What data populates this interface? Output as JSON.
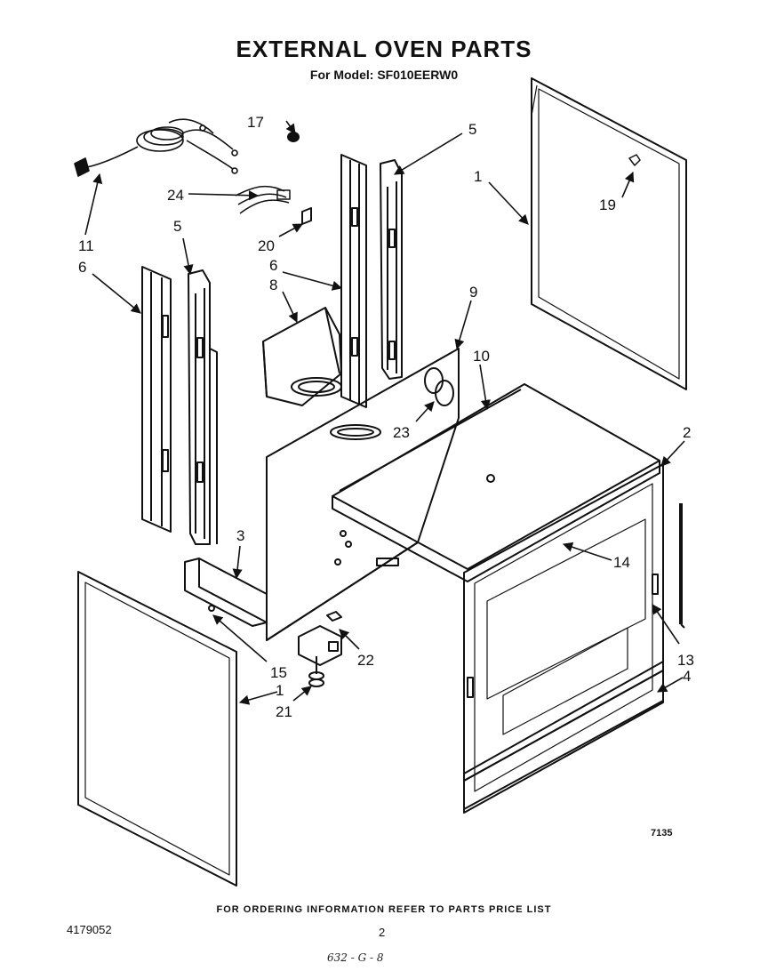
{
  "header": {
    "title": "EXTERNAL OVEN PARTS",
    "model": "For Model: SF010EERW0"
  },
  "callouts": {
    "c1a": "1",
    "c1b": "1",
    "c2": "2",
    "c3": "3",
    "c4": "4",
    "c5a": "5",
    "c5b": "5",
    "c6a": "6",
    "c6b": "6",
    "c8": "8",
    "c9": "9",
    "c10": "10",
    "c11": "11",
    "c13": "13",
    "c14": "14",
    "c15": "15",
    "c17": "17",
    "c19": "19",
    "c20": "20",
    "c21": "21",
    "c22": "22",
    "c23": "23",
    "c24": "24"
  },
  "footer": {
    "note": "FOR ORDERING INFORMATION REFER TO PARTS PRICE LIST",
    "doc_number": "4179052",
    "page_number": "2",
    "figure_number": "7135",
    "handwritten": "632 - G - 8"
  }
}
